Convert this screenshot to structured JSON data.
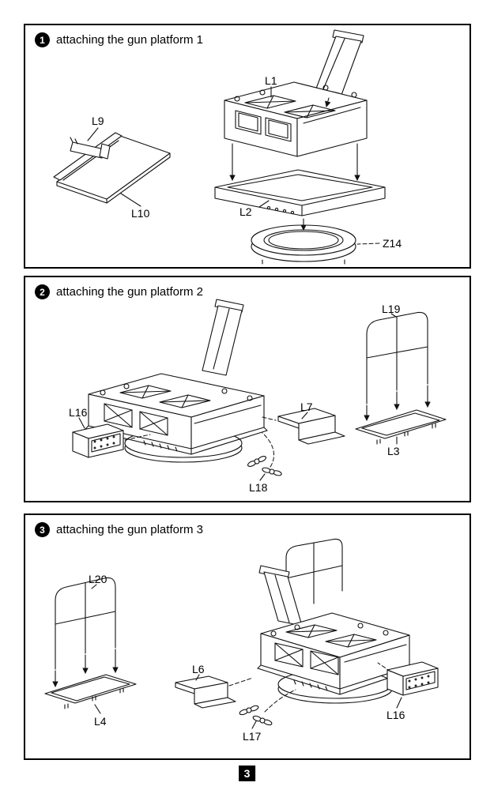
{
  "page": {
    "number": "3",
    "background_color": "#ffffff",
    "line_color": "#111111",
    "border_color": "#000000"
  },
  "steps": [
    {
      "number": "1",
      "title": "attaching the gun platform 1",
      "parts": [
        "L1",
        "L9",
        "L10",
        "L2",
        "Z14"
      ]
    },
    {
      "number": "2",
      "title": "attaching the gun platform 2",
      "parts": [
        "L19",
        "L16",
        "L7",
        "L3",
        "L18"
      ]
    },
    {
      "number": "3",
      "title": "attaching the gun platform 3",
      "parts": [
        "L20",
        "L4",
        "L6",
        "L17",
        "L16"
      ]
    }
  ]
}
